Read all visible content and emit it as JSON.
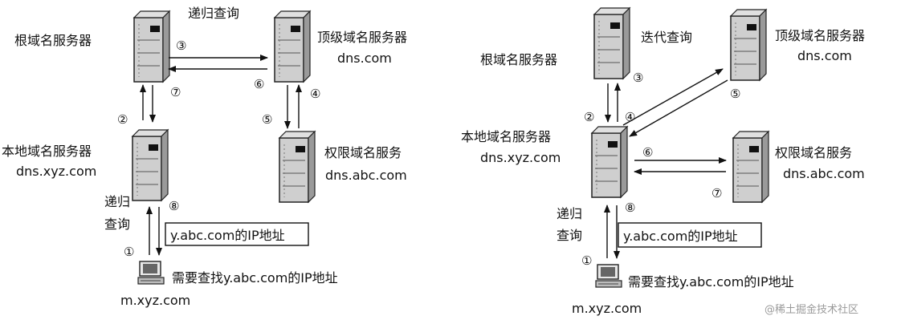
{
  "left": {
    "title": "递归查询",
    "root": "根域名服务器",
    "tld": [
      "顶级域名服务器",
      "dns.com"
    ],
    "local": [
      "本地域名服务器",
      "dns.xyz.com"
    ],
    "auth": [
      "权限域名服务",
      "dns.abc.com"
    ],
    "host": "m.xyz.com",
    "query_label": [
      "递归",
      "查询"
    ],
    "result_box": "y.abc.com的IP地址",
    "need": "需要查找y.abc.com的IP地址",
    "steps": [
      "①",
      "②",
      "③",
      "④",
      "⑤",
      "⑥",
      "⑦",
      "⑧"
    ]
  },
  "right": {
    "title": "迭代查询",
    "root": "根域名服务器",
    "tld": [
      "顶级域名服务器",
      "dns.com"
    ],
    "local": [
      "本地域名服务器",
      "dns.xyz.com"
    ],
    "auth": [
      "权限域名服务",
      "dns.abc.com"
    ],
    "host": "m.xyz.com",
    "query_label": [
      "递归",
      "查询"
    ],
    "result_box": "y.abc.com的IP地址",
    "need": "需要查找y.abc.com的IP地址",
    "steps": [
      "①",
      "②",
      "③",
      "④",
      "⑤",
      "⑥",
      "⑦",
      "⑧"
    ]
  },
  "watermark": "@稀土掘金技术社区"
}
